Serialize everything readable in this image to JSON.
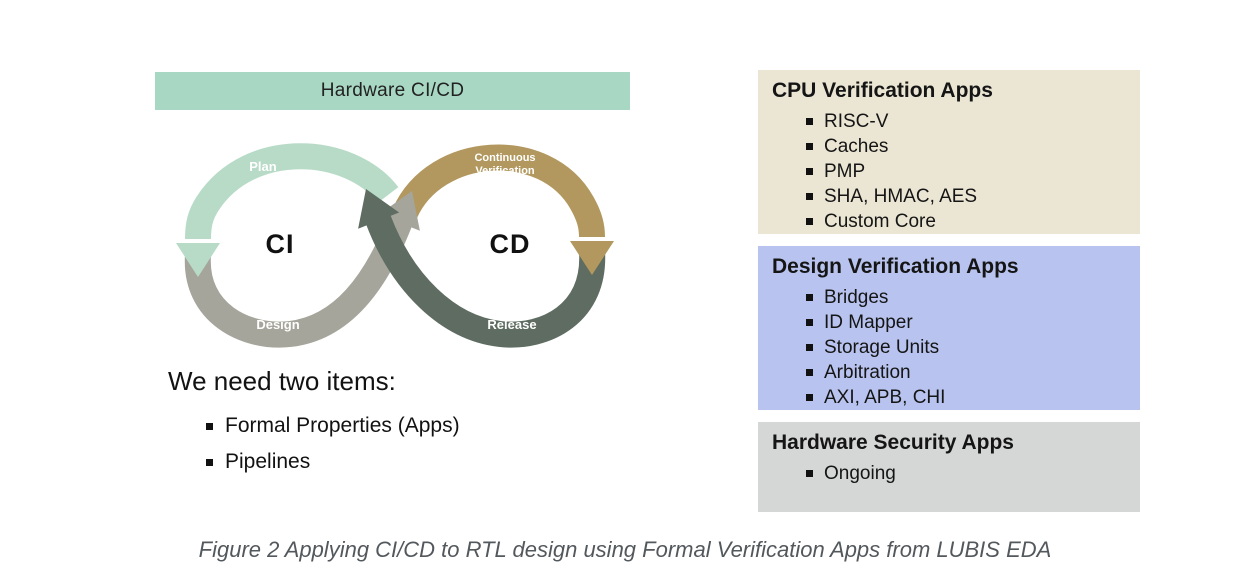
{
  "diagram": {
    "header": "Hardware CI/CD",
    "loop": {
      "ci": "CI",
      "cd": "CD",
      "plan": "Plan",
      "continuous_line1": "Continuous",
      "continuous_line2": "Verification",
      "design": "Design",
      "release": "Release"
    },
    "colors": {
      "header_bg": "#a8d8c4",
      "plan": "#b7dbc7",
      "design": "#a6a59b",
      "continuous": "#b2985e",
      "release": "#5e6c62",
      "label_text": "#ffffff",
      "loop_text": "#111111"
    }
  },
  "needs": {
    "title": "We need two items:",
    "items": [
      "Formal Properties (Apps)",
      "Pipelines"
    ]
  },
  "panels": [
    {
      "title": "CPU Verification Apps",
      "bg": "#ebe5d3",
      "items": [
        "RISC-V",
        "Caches",
        "PMP",
        "SHA, HMAC, AES",
        "Custom Core"
      ]
    },
    {
      "title": "Design Verification Apps",
      "bg": "#b8c4ef",
      "items": [
        "Bridges",
        "ID Mapper",
        "Storage Units",
        "Arbitration",
        "AXI, APB, CHI"
      ]
    },
    {
      "title": "Hardware Security Apps",
      "bg": "#d4d7d6",
      "items": [
        "Ongoing"
      ]
    }
  ],
  "caption": "Figure 2 Applying CI/CD to RTL design using Formal Verification Apps from LUBIS EDA"
}
